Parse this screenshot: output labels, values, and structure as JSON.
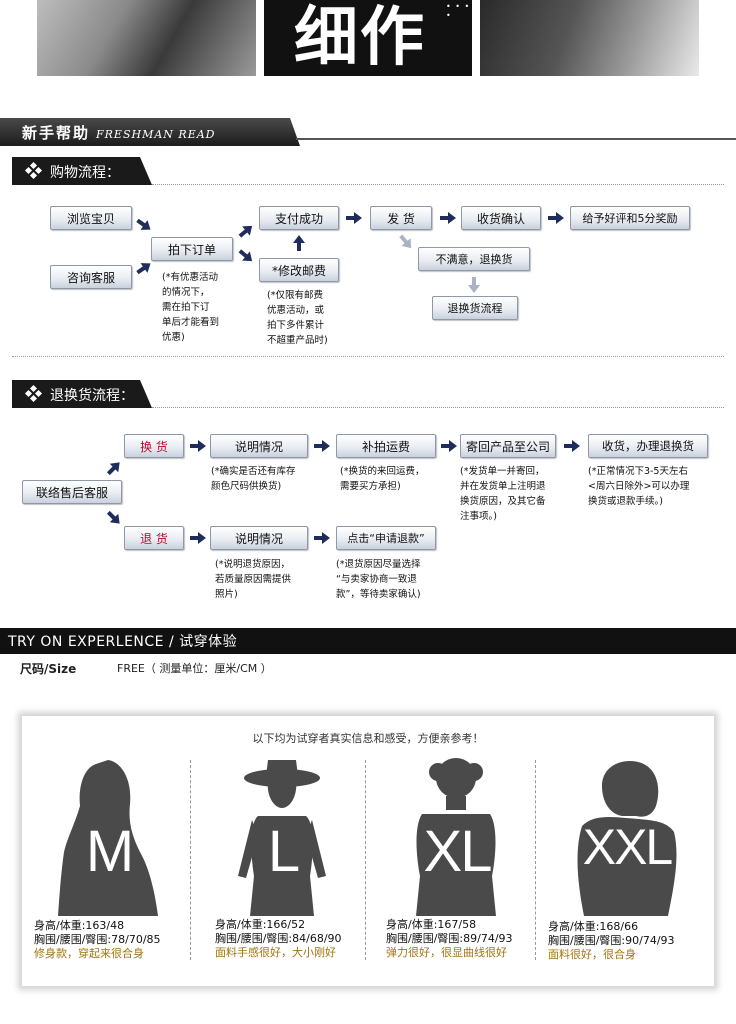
{
  "top": {
    "title": "细作"
  },
  "banner": {
    "title_cn": "新手帮助",
    "title_en": "FRESHMAN READ"
  },
  "shopping": {
    "heading": "购物流程：",
    "buttons": {
      "browse": "浏览宝贝",
      "consult": "咨询客服",
      "order": "拍下订单",
      "pay": "支付成功",
      "edit_postage": "*修改邮费",
      "ship": "发 货",
      "confirm": "收货确认",
      "review": "给予好评和5分奖励",
      "unsatisfied": "不满意，退换货",
      "return_flow": "退换货流程"
    },
    "notes": {
      "order": "(*有优惠活动\n的情况下，\n需在拍下订\n单后才能看到\n优惠)",
      "postage": "(*仅限有邮费\n优惠活动，或\n拍下多件累计\n不超重产品时)"
    }
  },
  "returns": {
    "heading": "退换货流程：",
    "buttons": {
      "contact": "联络售后客服",
      "exchange": "换 货",
      "refund": "退 货",
      "explain1": "说明情况",
      "explain2": "说明情况",
      "shipping_fee": "补拍运费",
      "send_back": "寄回产品至公司",
      "receive": "收货，办理退换货",
      "apply_refund": "点击“申请退款”"
    },
    "notes": {
      "explain1": "(*确实是否还有库存\n颜色尺码供换货)",
      "shipping_fee": "(*换货的来回运费，\n需要买方承担)",
      "send_back": "(*发货单一并寄回，\n并在发货单上注明退\n换货原因，及其它备\n注事项。)",
      "receive": "(*正常情况下3-5天左右\n<周六日除外>可以办理\n换货或退款手续。)",
      "explain2": "(*说明退货原因，\n若质量原因需提供\n照片)",
      "apply_refund": "(*退货原因尽量选择\n“与卖家协商一致退\n款”，等待卖家确认)"
    }
  },
  "tryon": {
    "title": "TRY  ON  EXPERLENCE / 试穿体验",
    "size_label": "尺码/Size",
    "size_value": "FREE（ 测量单位：厘米/CM ）",
    "caption": "以下均为试穿者真实信息和感受，方便亲参考！",
    "models": [
      {
        "size": "M",
        "line1": "身高/体重:163/48",
        "line2": "胸围/腰围/臀围:78/70/85",
        "line3": "修身款，穿起来很合身"
      },
      {
        "size": "L",
        "line1": "身高/体重:166/52",
        "line2": "胸围/腰围/臀围:84/68/90",
        "line3": "面料手感很好，大小刚好"
      },
      {
        "size": "XL",
        "line1": "身高/体重:167/58",
        "line2": "胸围/腰围/臀围:89/74/93",
        "line3": "弹力很好，很显曲线很好"
      },
      {
        "size": "XXL",
        "line1": "身高/体重:168/66",
        "line2": "胸围/腰围/臀围:90/74/93",
        "line3": "面料很好，很合身"
      }
    ]
  }
}
